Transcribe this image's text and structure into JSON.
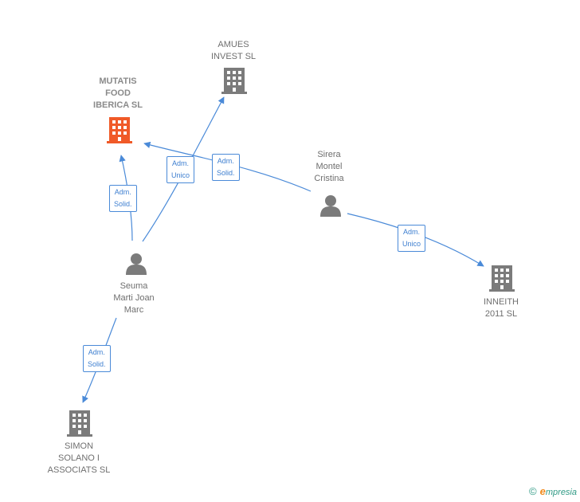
{
  "colors": {
    "edge": "#4a8ad8",
    "company": "#7b7b7b",
    "company_focus": "#f05a28",
    "person": "#7b7b7b"
  },
  "nodes": {
    "mutatis": {
      "lines": [
        "MUTATIS",
        "FOOD",
        "IBERICA  SL"
      ],
      "icon": "building-icon"
    },
    "amues": {
      "lines": [
        "AMUES",
        "INVEST  SL"
      ],
      "icon": "building-icon"
    },
    "sirera": {
      "lines": [
        "Sirera",
        "Montel",
        "Cristina"
      ],
      "icon": "person-icon"
    },
    "seuma": {
      "lines": [
        "Seuma",
        "Marti Joan",
        "Marc"
      ],
      "icon": "person-icon"
    },
    "inneith": {
      "lines": [
        "INNEITH",
        "2011 SL"
      ],
      "icon": "building-icon"
    },
    "simon": {
      "lines": [
        "SIMON",
        "SOLANO I",
        "ASSOCIATS  SL"
      ],
      "icon": "building-icon"
    }
  },
  "edges": {
    "seuma_mutatis": [
      "Adm.",
      "Solid."
    ],
    "seuma_amues": [
      "Adm.",
      "Unico"
    ],
    "sirera_mutatis": [
      "Adm.",
      "Solid."
    ],
    "sirera_inneith": [
      "Adm.",
      "Unico"
    ],
    "seuma_simon": [
      "Adm.",
      "Solid."
    ]
  },
  "footer": {
    "copyright": "©",
    "brand_first": "e",
    "brand_rest": "mpresia"
  }
}
